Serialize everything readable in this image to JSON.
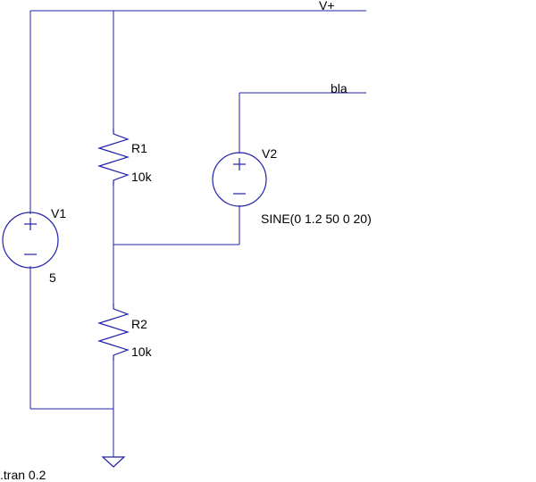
{
  "nets": {
    "vplus": "V+",
    "bla": "bla"
  },
  "components": {
    "r1": {
      "name": "R1",
      "value": "10k"
    },
    "r2": {
      "name": "R2",
      "value": "10k"
    },
    "v1": {
      "name": "V1",
      "value": "5"
    },
    "v2": {
      "name": "V2",
      "value": "SINE(0 1.2 50 0 20)"
    }
  },
  "directive": ".tran 0.2",
  "colors": {
    "wire": "#2222aa",
    "text": "#000000",
    "background": "#ffffff"
  }
}
